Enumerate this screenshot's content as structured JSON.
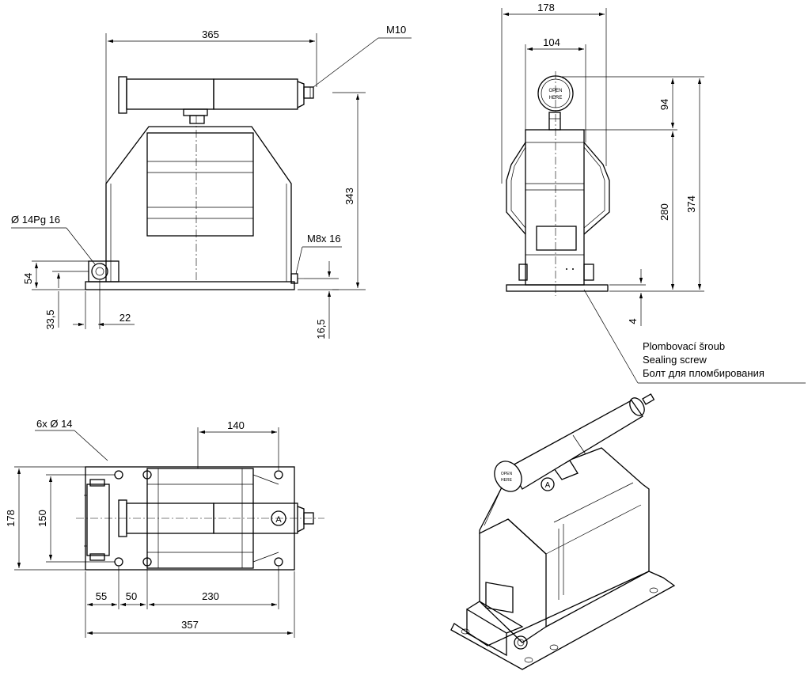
{
  "front_view": {
    "dim_width": "365",
    "thread_top": "M10",
    "dim_height": "343",
    "gland_label": "Ø 14Pg 16",
    "thread_side": "M8x 16",
    "dim_54": "54",
    "dim_33_5": "33,5",
    "dim_22": "22",
    "dim_16_5": "16,5"
  },
  "side_view": {
    "dim_178": "178",
    "dim_104": "104",
    "dim_94": "94",
    "dim_280": "280",
    "dim_374": "374",
    "dim_4": "4",
    "gauge_line1": "OPEN",
    "gauge_line2": "HERE",
    "sealing_cz": "Plombovací šroub",
    "sealing_en": "Sealing screw",
    "sealing_ru": "Болт для пломбирования"
  },
  "top_view": {
    "holes_label": "6x Ø 14",
    "dim_140": "140",
    "dim_178": "178",
    "dim_150": "150",
    "dim_55": "55",
    "dim_50": "50",
    "dim_230": "230",
    "dim_357": "357",
    "marker": "A"
  },
  "iso_view": {
    "cap_line1": "OPEN",
    "cap_line2": "HERE",
    "marker": "A"
  }
}
